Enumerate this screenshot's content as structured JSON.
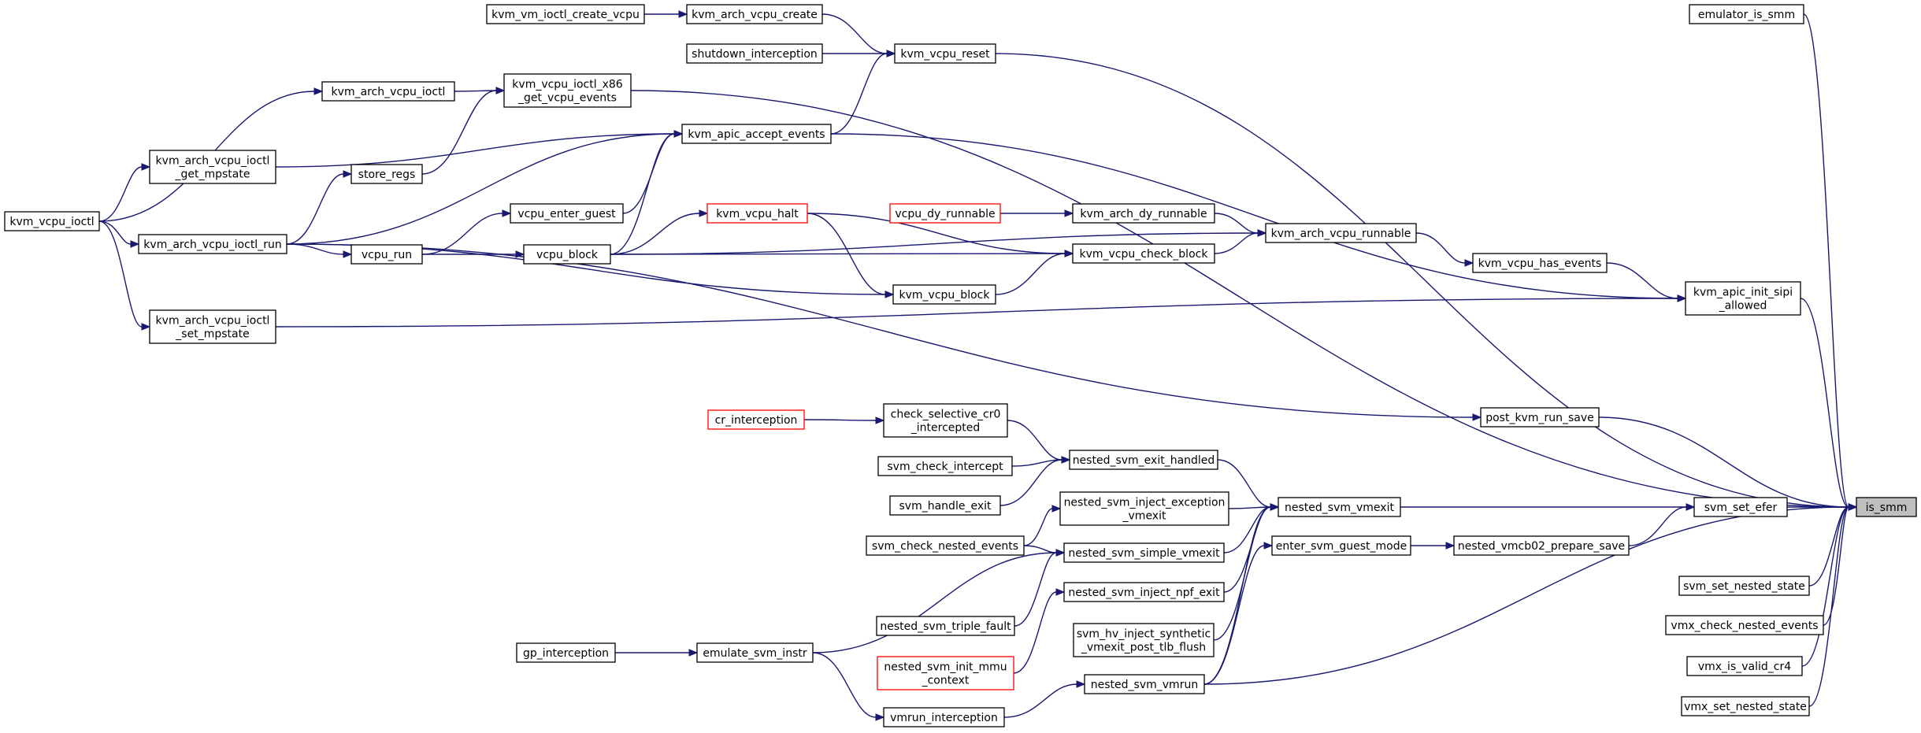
{
  "colors": {
    "edge": "#191970",
    "node_border": "#000000",
    "node_border_truncated": "#ff0000",
    "root_fill": "#bfbfbf"
  },
  "nodes": [
    {
      "id": "emulator_is_smm",
      "lines": [
        "emulator_is_smm"
      ]
    },
    {
      "id": "kvm_vm_ioctl_create_vcpu",
      "lines": [
        "kvm_vm_ioctl_create_vcpu"
      ]
    },
    {
      "id": "kvm_arch_vcpu_create",
      "lines": [
        "kvm_arch_vcpu_create"
      ]
    },
    {
      "id": "shutdown_interception",
      "lines": [
        "shutdown_interception"
      ]
    },
    {
      "id": "kvm_vcpu_reset",
      "lines": [
        "kvm_vcpu_reset"
      ]
    },
    {
      "id": "kvm_arch_vcpu_ioctl",
      "lines": [
        "kvm_arch_vcpu_ioctl"
      ]
    },
    {
      "id": "kvm_vcpu_ioctl_x86_get_vcpu_events",
      "lines": [
        "kvm_vcpu_ioctl_x86",
        "_get_vcpu_events"
      ]
    },
    {
      "id": "kvm_apic_accept_events",
      "lines": [
        "kvm_apic_accept_events"
      ]
    },
    {
      "id": "kvm_arch_vcpu_ioctl_get_mpstate",
      "lines": [
        "kvm_arch_vcpu_ioctl",
        "_get_mpstate"
      ]
    },
    {
      "id": "store_regs",
      "lines": [
        "store_regs"
      ]
    },
    {
      "id": "kvm_vcpu_ioctl",
      "lines": [
        "kvm_vcpu_ioctl"
      ]
    },
    {
      "id": "kvm_arch_vcpu_ioctl_run",
      "lines": [
        "kvm_arch_vcpu_ioctl_run"
      ]
    },
    {
      "id": "vcpu_enter_guest",
      "lines": [
        "vcpu_enter_guest"
      ]
    },
    {
      "id": "vcpu_run",
      "lines": [
        "vcpu_run"
      ]
    },
    {
      "id": "vcpu_block",
      "lines": [
        "vcpu_block"
      ]
    },
    {
      "id": "kvm_vcpu_halt",
      "lines": [
        "kvm_vcpu_halt"
      ]
    },
    {
      "id": "vcpu_dy_runnable",
      "lines": [
        "vcpu_dy_runnable"
      ]
    },
    {
      "id": "kvm_arch_dy_runnable",
      "lines": [
        "kvm_arch_dy_runnable"
      ]
    },
    {
      "id": "kvm_arch_vcpu_runnable",
      "lines": [
        "kvm_arch_vcpu_runnable"
      ]
    },
    {
      "id": "kvm_vcpu_check_block",
      "lines": [
        "kvm_vcpu_check_block"
      ]
    },
    {
      "id": "kvm_vcpu_has_events",
      "lines": [
        "kvm_vcpu_has_events"
      ]
    },
    {
      "id": "kvm_vcpu_block",
      "lines": [
        "kvm_vcpu_block"
      ]
    },
    {
      "id": "kvm_apic_init_sipi_allowed",
      "lines": [
        "kvm_apic_init_sipi",
        "_allowed"
      ]
    },
    {
      "id": "kvm_arch_vcpu_ioctl_set_mpstate",
      "lines": [
        "kvm_arch_vcpu_ioctl",
        "_set_mpstate"
      ]
    },
    {
      "id": "post_kvm_run_save",
      "lines": [
        "post_kvm_run_save"
      ]
    },
    {
      "id": "cr_interception",
      "lines": [
        "cr_interception"
      ]
    },
    {
      "id": "check_selective_cr0_intercepted",
      "lines": [
        "check_selective_cr0",
        "_intercepted"
      ]
    },
    {
      "id": "svm_check_intercept",
      "lines": [
        "svm_check_intercept"
      ]
    },
    {
      "id": "nested_svm_exit_handled",
      "lines": [
        "nested_svm_exit_handled"
      ]
    },
    {
      "id": "svm_handle_exit",
      "lines": [
        "svm_handle_exit"
      ]
    },
    {
      "id": "nested_svm_inject_exception_vmexit",
      "lines": [
        "nested_svm_inject_exception",
        "_vmexit"
      ]
    },
    {
      "id": "nested_svm_vmexit",
      "lines": [
        "nested_svm_vmexit"
      ]
    },
    {
      "id": "svm_set_efer",
      "lines": [
        "svm_set_efer"
      ]
    },
    {
      "id": "is_smm",
      "lines": [
        "is_smm"
      ]
    },
    {
      "id": "svm_check_nested_events",
      "lines": [
        "svm_check_nested_events"
      ]
    },
    {
      "id": "nested_svm_simple_vmexit",
      "lines": [
        "nested_svm_simple_vmexit"
      ]
    },
    {
      "id": "enter_svm_guest_mode",
      "lines": [
        "enter_svm_guest_mode"
      ]
    },
    {
      "id": "nested_vmcb02_prepare_save",
      "lines": [
        "nested_vmcb02_prepare_save"
      ]
    },
    {
      "id": "nested_svm_inject_npf_exit",
      "lines": [
        "nested_svm_inject_npf_exit"
      ]
    },
    {
      "id": "svm_set_nested_state",
      "lines": [
        "svm_set_nested_state"
      ]
    },
    {
      "id": "nested_svm_triple_fault",
      "lines": [
        "nested_svm_triple_fault"
      ]
    },
    {
      "id": "vmx_check_nested_events",
      "lines": [
        "vmx_check_nested_events"
      ]
    },
    {
      "id": "svm_hv_inject_synthetic_vmexit_post_tlb_flush",
      "lines": [
        "svm_hv_inject_synthetic",
        "_vmexit_post_tlb_flush"
      ]
    },
    {
      "id": "gp_interception",
      "lines": [
        "gp_interception"
      ]
    },
    {
      "id": "emulate_svm_instr",
      "lines": [
        "emulate_svm_instr"
      ]
    },
    {
      "id": "nested_svm_init_mmu_context",
      "lines": [
        "nested_svm_init_mmu",
        "_context"
      ]
    },
    {
      "id": "vmx_is_valid_cr4",
      "lines": [
        "vmx_is_valid_cr4"
      ]
    },
    {
      "id": "nested_svm_vmrun",
      "lines": [
        "nested_svm_vmrun"
      ]
    },
    {
      "id": "vmx_set_nested_state",
      "lines": [
        "vmx_set_nested_state"
      ]
    },
    {
      "id": "vmrun_interception",
      "lines": [
        "vmrun_interception"
      ]
    }
  ],
  "edges": [
    [
      "emulator_is_smm",
      "is_smm"
    ],
    [
      "kvm_vm_ioctl_create_vcpu",
      "kvm_arch_vcpu_create"
    ],
    [
      "kvm_arch_vcpu_create",
      "kvm_vcpu_reset"
    ],
    [
      "shutdown_interception",
      "kvm_vcpu_reset"
    ],
    [
      "kvm_vcpu_reset",
      "is_smm"
    ],
    [
      "kvm_apic_accept_events",
      "kvm_vcpu_reset"
    ],
    [
      "kvm_vcpu_ioctl",
      "kvm_arch_vcpu_ioctl"
    ],
    [
      "kvm_arch_vcpu_ioctl",
      "kvm_vcpu_ioctl_x86_get_vcpu_events"
    ],
    [
      "store_regs",
      "kvm_vcpu_ioctl_x86_get_vcpu_events"
    ],
    [
      "kvm_vcpu_ioctl_x86_get_vcpu_events",
      "is_smm"
    ],
    [
      "kvm_arch_vcpu_ioctl_get_mpstate",
      "kvm_apic_accept_events"
    ],
    [
      "kvm_arch_vcpu_ioctl_run",
      "kvm_apic_accept_events"
    ],
    [
      "vcpu_enter_guest",
      "kvm_apic_accept_events"
    ],
    [
      "vcpu_block",
      "kvm_apic_accept_events"
    ],
    [
      "kvm_apic_accept_events",
      "kvm_apic_init_sipi_allowed"
    ],
    [
      "kvm_vcpu_ioctl",
      "kvm_arch_vcpu_ioctl_get_mpstate"
    ],
    [
      "kvm_arch_vcpu_ioctl_run",
      "store_regs"
    ],
    [
      "kvm_vcpu_ioctl",
      "kvm_arch_vcpu_ioctl_run"
    ],
    [
      "kvm_vcpu_ioctl",
      "kvm_arch_vcpu_ioctl_set_mpstate"
    ],
    [
      "vcpu_run",
      "vcpu_enter_guest"
    ],
    [
      "kvm_arch_vcpu_ioctl_run",
      "vcpu_run"
    ],
    [
      "vcpu_run",
      "vcpu_block"
    ],
    [
      "vcpu_block",
      "kvm_vcpu_halt"
    ],
    [
      "kvm_arch_vcpu_runnable",
      "vcpu_block"
    ],
    [
      "kvm_vcpu_check_block",
      "vcpu_block"
    ],
    [
      "vcpu_dy_runnable",
      "kvm_arch_dy_runnable"
    ],
    [
      "kvm_arch_dy_runnable",
      "kvm_arch_vcpu_runnable"
    ],
    [
      "kvm_vcpu_check_block",
      "kvm_arch_vcpu_runnable"
    ],
    [
      "kvm_vcpu_halt",
      "kvm_vcpu_block"
    ],
    [
      "kvm_arch_vcpu_ioctl_run",
      "kvm_vcpu_block"
    ],
    [
      "kvm_vcpu_block",
      "kvm_vcpu_check_block"
    ],
    [
      "kvm_vcpu_halt",
      "kvm_vcpu_check_block"
    ],
    [
      "kvm_arch_vcpu_runnable",
      "kvm_vcpu_has_events"
    ],
    [
      "kvm_vcpu_has_events",
      "kvm_apic_init_sipi_allowed"
    ],
    [
      "kvm_arch_vcpu_ioctl_set_mpstate",
      "kvm_apic_init_sipi_allowed"
    ],
    [
      "kvm_apic_init_sipi_allowed",
      "is_smm"
    ],
    [
      "kvm_arch_vcpu_ioctl_run",
      "post_kvm_run_save"
    ],
    [
      "post_kvm_run_save",
      "is_smm"
    ],
    [
      "cr_interception",
      "check_selective_cr0_intercepted"
    ],
    [
      "check_selective_cr0_intercepted",
      "nested_svm_exit_handled"
    ],
    [
      "svm_check_intercept",
      "nested_svm_exit_handled"
    ],
    [
      "svm_handle_exit",
      "nested_svm_exit_handled"
    ],
    [
      "nested_svm_exit_handled",
      "nested_svm_vmexit"
    ],
    [
      "nested_svm_inject_exception_vmexit",
      "nested_svm_vmexit"
    ],
    [
      "svm_check_nested_events",
      "nested_svm_inject_exception_vmexit"
    ],
    [
      "nested_svm_simple_vmexit",
      "nested_svm_vmexit"
    ],
    [
      "nested_svm_inject_npf_exit",
      "nested_svm_vmexit"
    ],
    [
      "svm_hv_inject_synthetic_vmexit_post_tlb_flush",
      "nested_svm_vmexit"
    ],
    [
      "nested_svm_vmrun",
      "nested_svm_vmexit"
    ],
    [
      "nested_svm_vmexit",
      "svm_set_efer"
    ],
    [
      "svm_set_efer",
      "is_smm"
    ],
    [
      "svm_check_nested_events",
      "nested_svm_simple_vmexit"
    ],
    [
      "nested_svm_triple_fault",
      "nested_svm_simple_vmexit"
    ],
    [
      "emulate_svm_instr",
      "nested_svm_simple_vmexit"
    ],
    [
      "nested_svm_init_mmu_context",
      "nested_svm_inject_npf_exit"
    ],
    [
      "nested_svm_vmrun",
      "enter_svm_guest_mode"
    ],
    [
      "enter_svm_guest_mode",
      "nested_vmcb02_prepare_save"
    ],
    [
      "nested_vmcb02_prepare_save",
      "svm_set_efer"
    ],
    [
      "gp_interception",
      "emulate_svm_instr"
    ],
    [
      "emulate_svm_instr",
      "vmrun_interception"
    ],
    [
      "vmrun_interception",
      "nested_svm_vmrun"
    ],
    [
      "nested_svm_vmrun",
      "is_smm"
    ],
    [
      "svm_set_nested_state",
      "is_smm"
    ],
    [
      "vmx_check_nested_events",
      "is_smm"
    ],
    [
      "vmx_is_valid_cr4",
      "is_smm"
    ],
    [
      "vmx_set_nested_state",
      "is_smm"
    ]
  ]
}
